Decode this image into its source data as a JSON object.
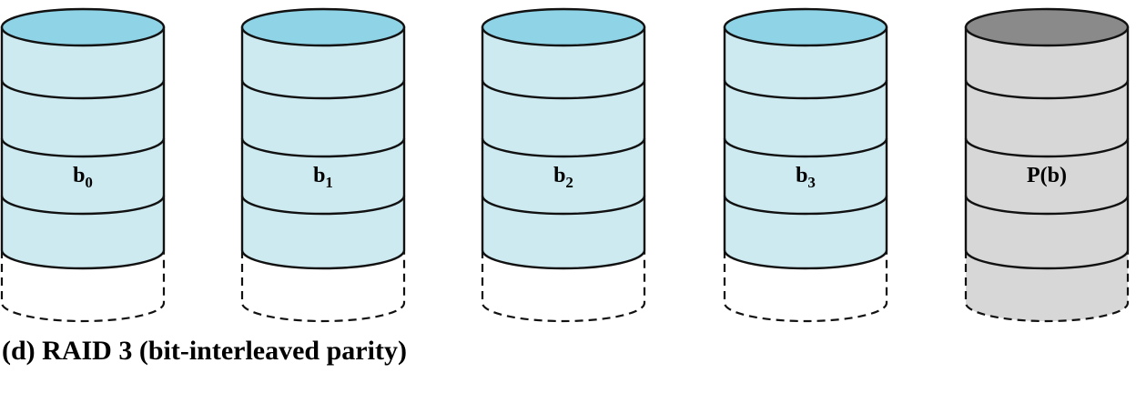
{
  "diagram": {
    "caption": "(d) RAID 3 (bit-interleaved parity)",
    "disks": [
      {
        "label": "b",
        "subscript": "0",
        "kind": "data"
      },
      {
        "label": "b",
        "subscript": "1",
        "kind": "data"
      },
      {
        "label": "b",
        "subscript": "2",
        "kind": "data"
      },
      {
        "label": "b",
        "subscript": "3",
        "kind": "data"
      },
      {
        "label": "P(b)",
        "subscript": "",
        "kind": "parity"
      }
    ],
    "colors": {
      "data_body": "#cdeaf1",
      "data_top": "#8fd3e6",
      "parity_body": "#d7d7d7",
      "parity_top": "#8a8a8a",
      "stroke": "#111111"
    }
  }
}
